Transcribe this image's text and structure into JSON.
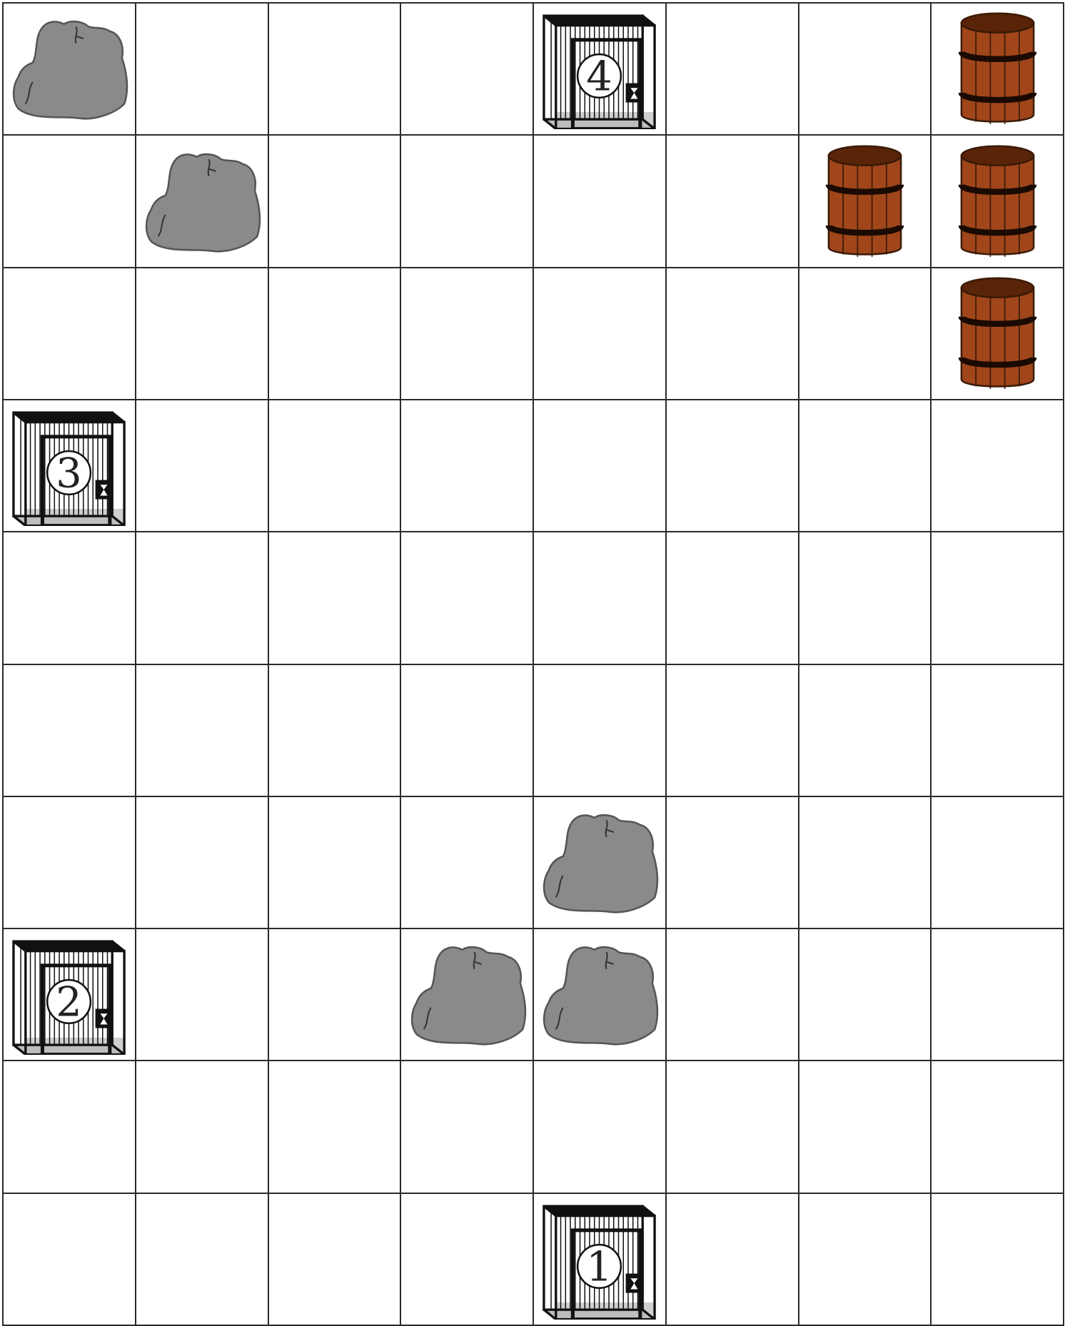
{
  "board": {
    "rows": 10,
    "cols": 8,
    "pieces": [
      {
        "type": "rock",
        "row": 1,
        "col": 1
      },
      {
        "type": "cage",
        "row": 1,
        "col": 5,
        "label": "4"
      },
      {
        "type": "barrel",
        "row": 1,
        "col": 8
      },
      {
        "type": "rock",
        "row": 2,
        "col": 2
      },
      {
        "type": "barrel",
        "row": 2,
        "col": 7
      },
      {
        "type": "barrel",
        "row": 2,
        "col": 8
      },
      {
        "type": "barrel",
        "row": 3,
        "col": 8
      },
      {
        "type": "cage",
        "row": 4,
        "col": 1,
        "label": "3"
      },
      {
        "type": "rock",
        "row": 7,
        "col": 5
      },
      {
        "type": "cage",
        "row": 8,
        "col": 1,
        "label": "2"
      },
      {
        "type": "rock",
        "row": 8,
        "col": 4
      },
      {
        "type": "rock",
        "row": 8,
        "col": 5
      },
      {
        "type": "cage",
        "row": 10,
        "col": 5,
        "label": "1"
      }
    ]
  },
  "colors": {
    "rock_fill": "#8a8a8a",
    "barrel_body": "#a0461a",
    "barrel_top": "#5a2408",
    "cage_line": "#111111",
    "grid_line": "#2a2a2a"
  }
}
